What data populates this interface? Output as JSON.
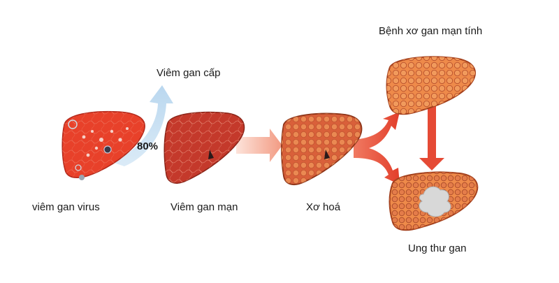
{
  "labels": {
    "viral_hepatitis": "viêm gan virus",
    "acute_hepatitis": "Viêm gan cấp",
    "percent": "80%",
    "chronic_hepatitis": "Viêm gan mạn",
    "fibrosis": "Xơ hoá",
    "chronic_cirrhosis": "Bệnh xơ gan mạn tính",
    "liver_cancer": "Ung thư gan"
  },
  "colors": {
    "healthy_liver": "#e8412a",
    "inflamed_liver": "#c4392b",
    "fibrotic_liver": "#d9603a",
    "cirrhotic_liver": "#ee8a4a",
    "acute_arrow": "#bcd9ef",
    "progress_arrow": "#f2a48e",
    "red_arrow": "#e54a35",
    "tumor": "#d8d8d8"
  }
}
